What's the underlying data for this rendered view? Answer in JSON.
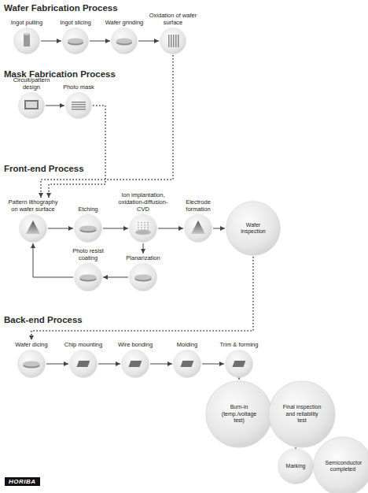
{
  "diagram": {
    "nodes": [
      {
        "text": [
          "Ingot pulling"
        ]
      },
      {
        "text": [
          "Ingot slicing"
        ]
      },
      {
        "text": [
          "Wafer grinding"
        ]
      },
      {
        "text": [
          "Oxidation of wafer surface"
        ]
      },
      {
        "text": [
          "Circuit/pattern design"
        ]
      },
      {
        "text": [
          "Photo mask"
        ]
      },
      {
        "text": [
          "Pattern lithography on wafer surface"
        ]
      },
      {
        "text": [
          "Etching"
        ]
      },
      {
        "text": [
          "Ion implantation, oxidation-diffusion-CVD"
        ]
      },
      {
        "text": [
          "Electrode formation"
        ]
      },
      {
        "text": [
          "Wafer inspection"
        ]
      },
      {
        "text": [
          "Photo resist coating"
        ]
      },
      {
        "text": [
          "Planarization"
        ]
      },
      {
        "text": [
          "Wafer dicing"
        ]
      },
      {
        "text": [
          "Chip mounting"
        ]
      },
      {
        "text": [
          "Wire bonding"
        ]
      },
      {
        "text": [
          "Molding"
        ]
      },
      {
        "text": [
          "Trim & forming"
        ]
      },
      {
        "text": [
          "Burn-in (temp./voltage test)"
        ]
      },
      {
        "text": [
          "Final inspection and reliability test"
        ]
      },
      {
        "text": [
          "Marking"
        ]
      },
      {
        "text": [
          "Semiconductor completed"
        ]
      }
    ],
    "edges": [
      {
        "from": 0,
        "to": 1,
        "arrow": "to"
      },
      {
        "from": 1,
        "to": 2,
        "arrow": "to"
      },
      {
        "from": 2,
        "to": 3,
        "arrow": "to"
      },
      {
        "from": 3,
        "to": 6,
        "arrow": "to"
      },
      {
        "from": 4,
        "to": 5,
        "arrow": "to"
      },
      {
        "from": 5,
        "to": 6,
        "arrow": "to"
      },
      {
        "from": 6,
        "to": 7,
        "arrow": "to"
      },
      {
        "from": 7,
        "to": 8,
        "arrow": "to"
      },
      {
        "from": 8,
        "to": 9,
        "arrow": "to"
      },
      {
        "from": 9,
        "to": 10,
        "arrow": "to"
      },
      {
        "from": 8,
        "to": 12,
        "arrow": "to"
      },
      {
        "from": 12,
        "to": 11,
        "arrow": "to"
      },
      {
        "from": 11,
        "to": 6,
        "arrow": "to"
      },
      {
        "from": 10,
        "to": 13,
        "arrow": "to"
      },
      {
        "from": 13,
        "to": 14,
        "arrow": "to"
      },
      {
        "from": 14,
        "to": 15,
        "arrow": "to"
      },
      {
        "from": 15,
        "to": 16,
        "arrow": "to"
      },
      {
        "from": 16,
        "to": 17,
        "arrow": "to"
      },
      {
        "from": 17,
        "to": 18,
        "arrow": "to"
      },
      {
        "from": 18,
        "to": 19,
        "arrow": "to"
      },
      {
        "from": 19,
        "to": 20,
        "arrow": "to"
      },
      {
        "from": 20,
        "to": 21,
        "arrow": "to"
      }
    ],
    "labels": [
      "Wafer Fabrication Process",
      "Mask Fabrication Process",
      "Front-end Process",
      "Back-end Process",
      "HORIBA"
    ]
  }
}
